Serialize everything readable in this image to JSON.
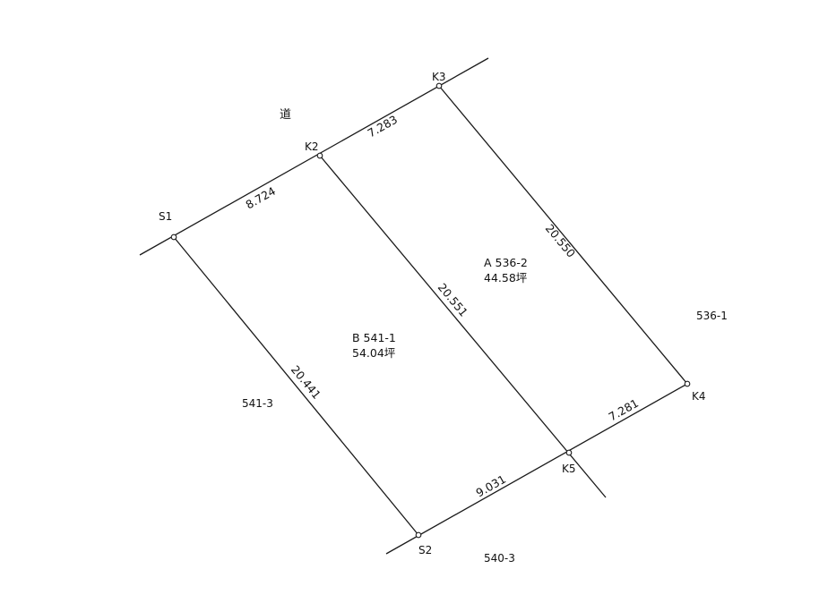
{
  "road_label": "道",
  "points": {
    "S1": "S1",
    "K2": "K2",
    "K3": "K3",
    "K4": "K4",
    "K5": "K5",
    "S2": "S2"
  },
  "dimensions": {
    "s1_k2": "8.724",
    "k2_k3": "7.283",
    "k3_k4": "20.550",
    "k2_k5": "20.551",
    "s1_s2": "20.441",
    "k4_k5": "7.281",
    "k5_s2": "9.031"
  },
  "lots": {
    "a_id": "A 536-2",
    "a_area": "44.58坪",
    "b_id": "B 541-1",
    "b_area": "54.04坪"
  },
  "neighbors": {
    "east": "536-1",
    "west": "541-3",
    "south": "540-3"
  }
}
